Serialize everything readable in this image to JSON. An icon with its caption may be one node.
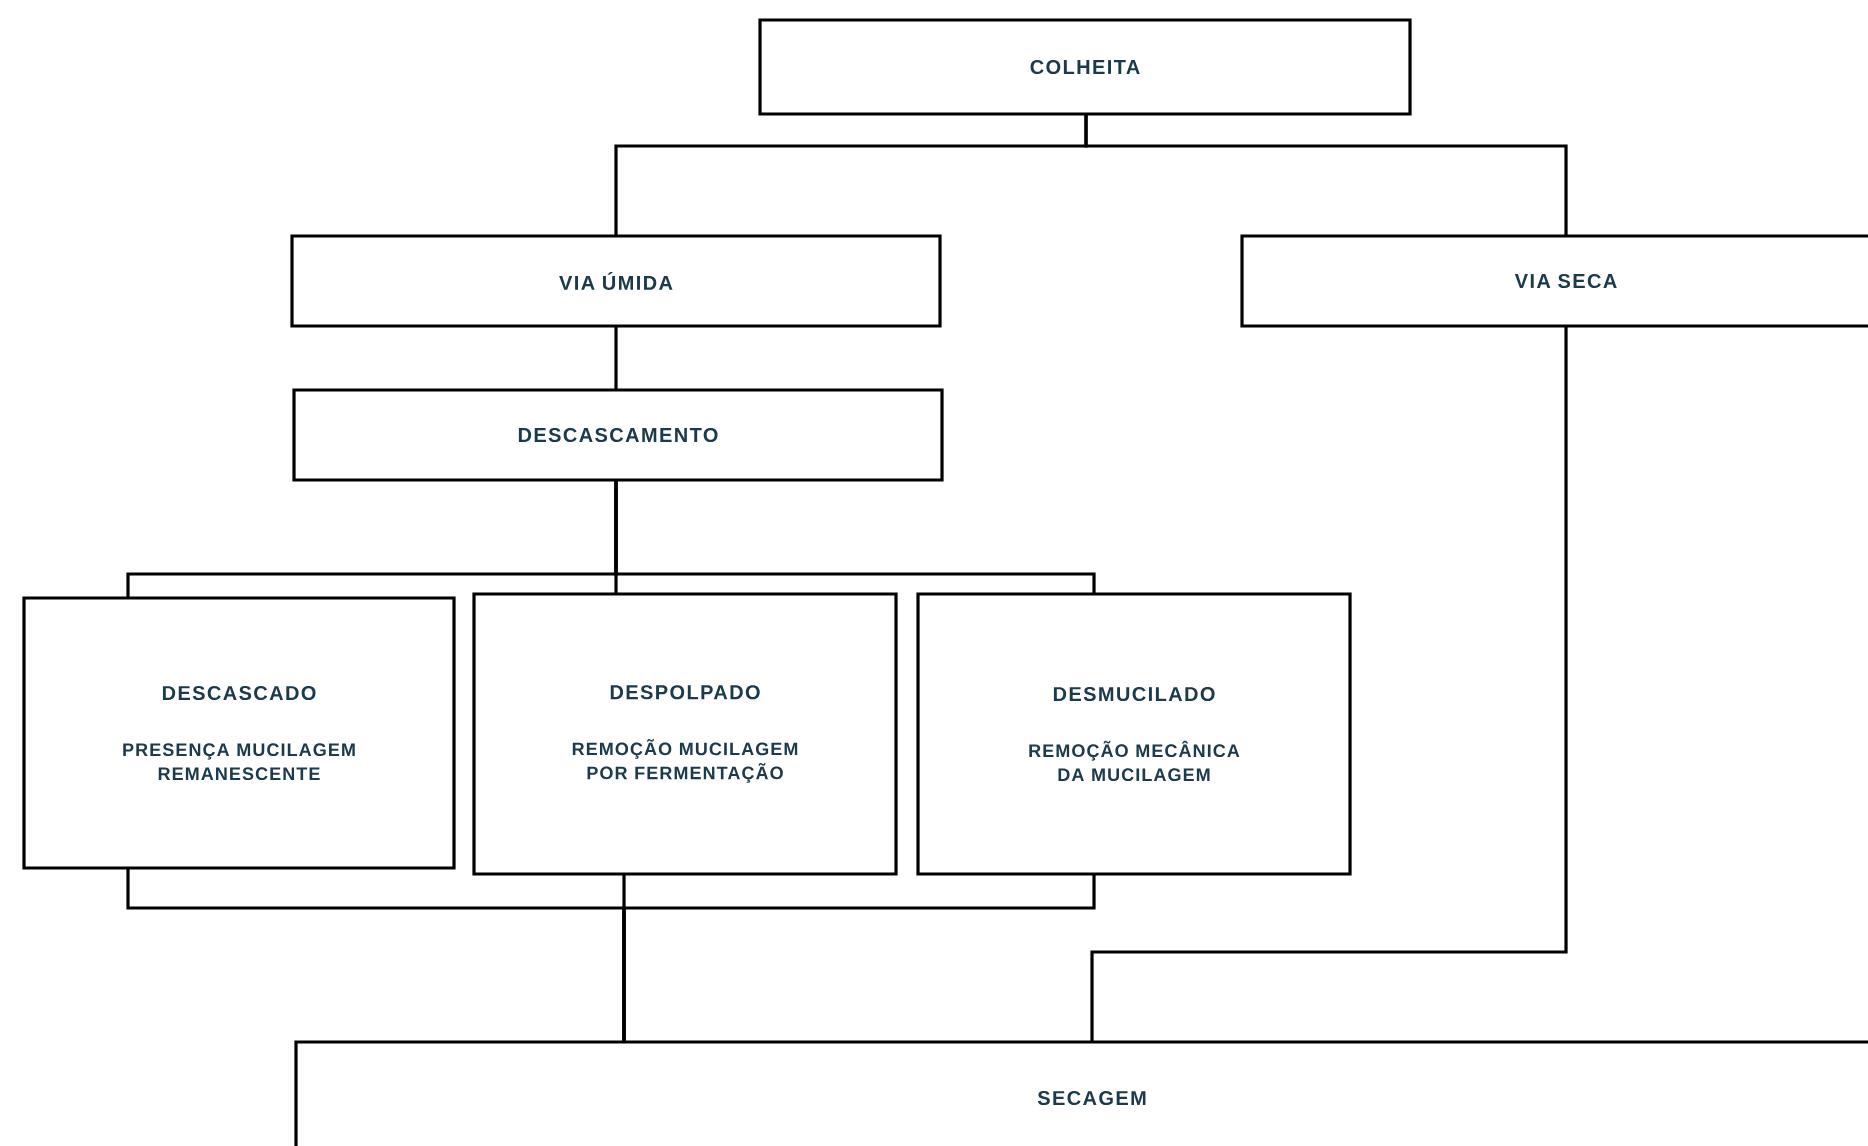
{
  "diagram": {
    "nodes": [
      {
        "text": [
          "COLHEITA"
        ]
      },
      {
        "text": [
          "VIA ÚMIDA"
        ]
      },
      {
        "text": [
          "VIA SECA"
        ]
      },
      {
        "text": [
          "DESCASCAMENTO"
        ]
      },
      {
        "text": [
          "DESCASCADO",
          "PRESENÇA MUCILAGEM REMANESCENTE"
        ]
      },
      {
        "text": [
          "DESPOLPADO",
          "REMOÇÃO MUCILAGEM POR FERMENTAÇÃO"
        ]
      },
      {
        "text": [
          "DESMUCILADO",
          "REMOÇÃO MECÂNICA DA MUCILAGEM"
        ]
      },
      {
        "text": [
          "SECAGEM"
        ]
      }
    ],
    "edges": [
      {
        "from": 0,
        "to": 1,
        "arrow": "none"
      },
      {
        "from": 0,
        "to": 2,
        "arrow": "none"
      },
      {
        "from": 1,
        "to": 3,
        "arrow": "none"
      },
      {
        "from": 3,
        "to": 4,
        "arrow": "none"
      },
      {
        "from": 3,
        "to": 5,
        "arrow": "none"
      },
      {
        "from": 3,
        "to": 6,
        "arrow": "none"
      },
      {
        "from": 4,
        "to": 7,
        "arrow": "none"
      },
      {
        "from": 5,
        "to": 7,
        "arrow": "none"
      },
      {
        "from": 6,
        "to": 7,
        "arrow": "none"
      },
      {
        "from": 2,
        "to": 7,
        "arrow": "none"
      }
    ]
  }
}
